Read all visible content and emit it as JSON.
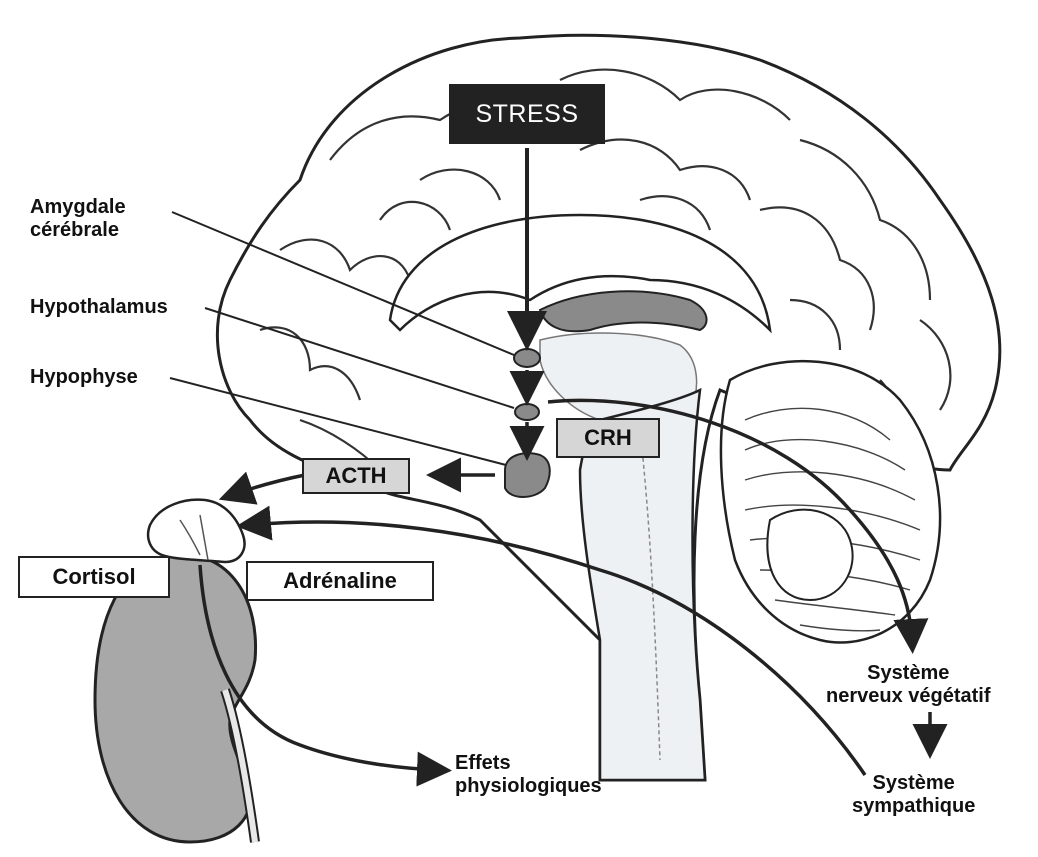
{
  "labels": {
    "stress": "STRESS",
    "amygdale": [
      "Amygdale",
      "cérébrale"
    ],
    "hypothalamus": "Hypothalamus",
    "hypophyse": "Hypophyse",
    "crh": "CRH",
    "acth": "ACTH",
    "cortisol": "Cortisol",
    "adrenaline": "Adrénaline",
    "effets": [
      "Effets",
      "physiologiques"
    ],
    "systeme_nerveux": [
      "Système",
      "nerveux végétatif"
    ],
    "systeme_sympathique": [
      "Système",
      "sympathique"
    ]
  },
  "colors": {
    "ink": "#222222",
    "stress_box": "#222222",
    "grey_box": "#d6d6d6",
    "organ_fill": "#9a9a9a",
    "kidney_fill": "#a8a8a8",
    "brainstem_fill": "#eef1f4"
  }
}
